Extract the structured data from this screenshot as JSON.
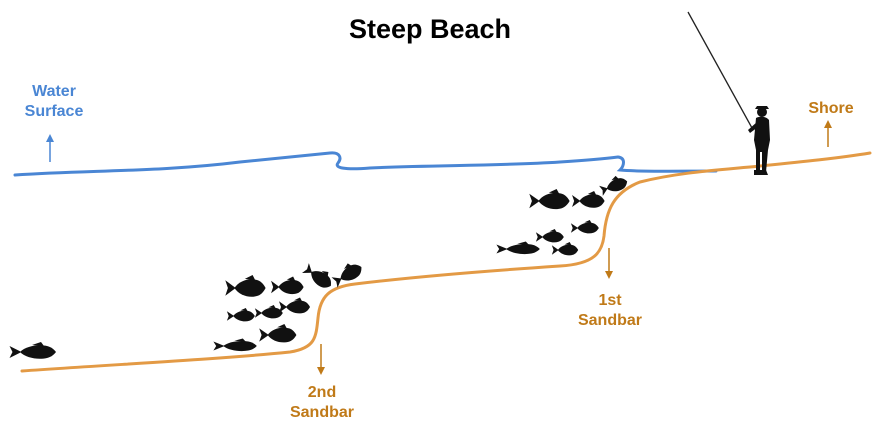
{
  "title": "Steep Beach",
  "labels": {
    "water_surface": [
      "Water",
      "Surface"
    ],
    "shore": "Shore",
    "first_sandbar": [
      "1st",
      "Sandbar"
    ],
    "second_sandbar": [
      "2nd",
      "Sandbar"
    ]
  },
  "colors": {
    "water": "#4a86d4",
    "sand": "#e39a45",
    "arrow_sand": "#c07a18",
    "silhouette": "#111111"
  },
  "icons": {
    "fish": "fish-icon",
    "angler": "fisherman-icon"
  }
}
